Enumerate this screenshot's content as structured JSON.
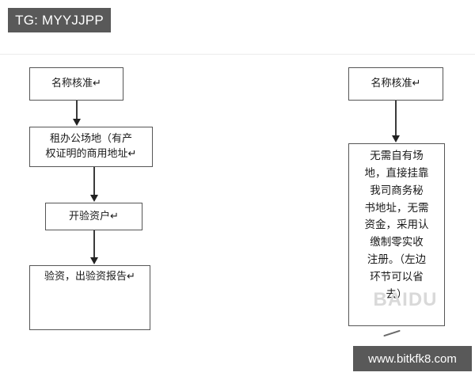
{
  "watermarks": {
    "top_badge": "TG: MYYJJPP",
    "bottom_badge": "www.bitkfk8.com",
    "faint_background": "BAIDU",
    "badge_bg_color": "#595959",
    "badge_text_color": "#ffffff"
  },
  "diagram": {
    "title": "",
    "node_border_color": "#565656",
    "node_fill_color": "#ffffff",
    "arrow_color": "#222222",
    "left_flow": {
      "name": "traditional-registration-flow",
      "nodes": [
        {
          "id": "l1",
          "label": "名称核准↵"
        },
        {
          "id": "l2",
          "label": "租办公场地（有产\n权证明的商用地址↵"
        },
        {
          "id": "l3",
          "label": "开验资户↵"
        },
        {
          "id": "l4",
          "label": "验资，出验资报告↵"
        }
      ],
      "connectors": [
        {
          "from": "l1",
          "to": "l2"
        },
        {
          "from": "l2",
          "to": "l3"
        },
        {
          "from": "l3",
          "to": "l4"
        }
      ]
    },
    "right_flow": {
      "name": "agency-registration-flow",
      "nodes": [
        {
          "id": "r1",
          "label": "名称核准↵"
        },
        {
          "id": "r2",
          "label": "无需自有场\n地，直接挂靠\n我司商务秘\n书地址，无需\n资金，采用认\n缴制零实收\n注册。（左边\n环节可以省\n去）"
        }
      ],
      "connectors": [
        {
          "from": "r1",
          "to": "r2"
        }
      ]
    }
  }
}
